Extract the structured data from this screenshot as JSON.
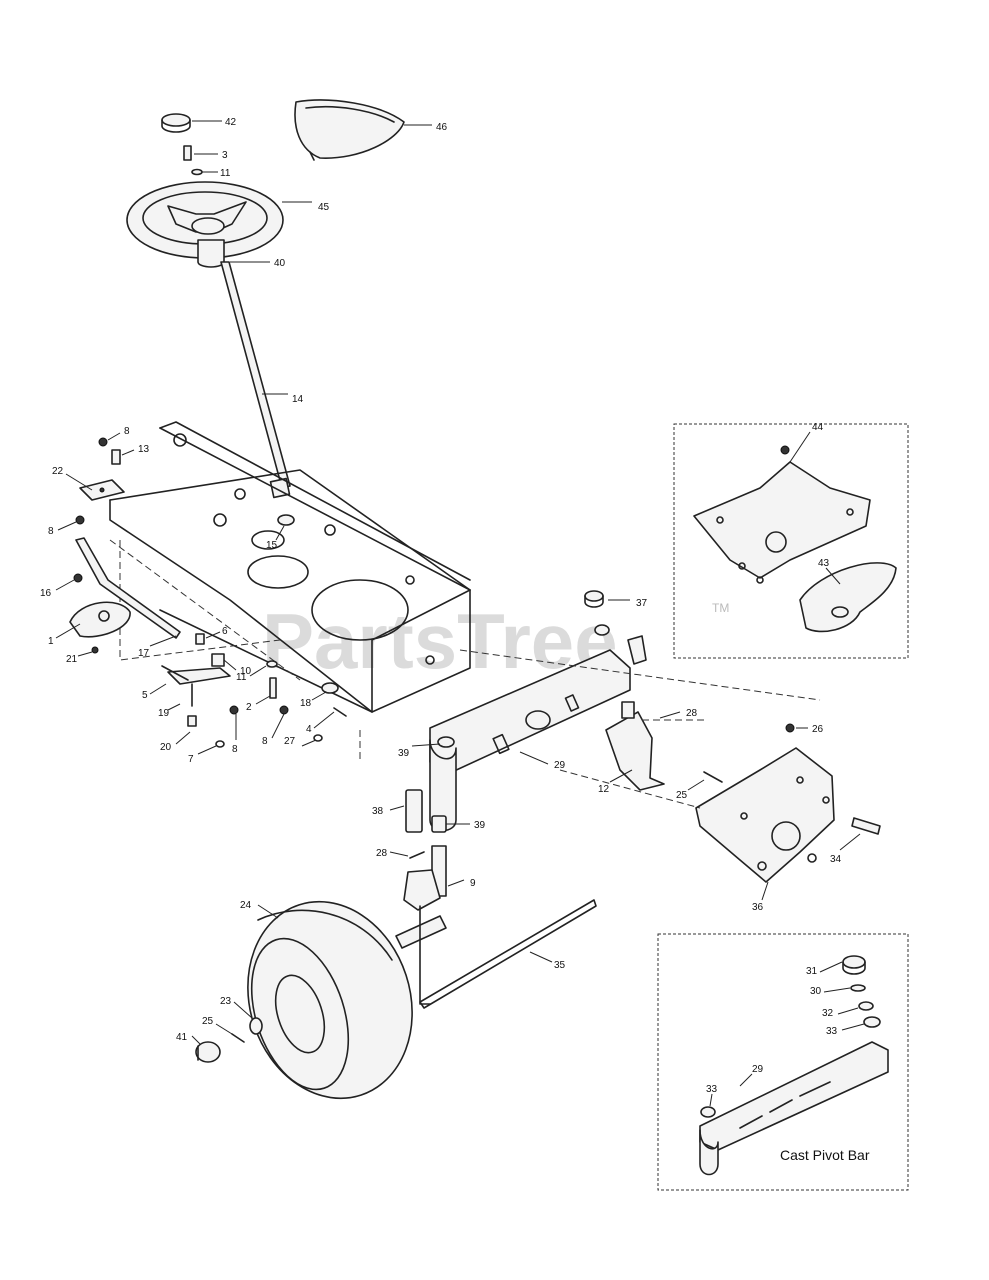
{
  "watermark": {
    "text": "PartsTree",
    "mark": "TM"
  },
  "insets": {
    "pivot_bar_caption": "Cast Pivot Bar"
  },
  "callouts": {
    "42": "42",
    "46": "46",
    "3": "3",
    "11a": "11",
    "45": "45",
    "40": "40",
    "14": "14",
    "8a": "8",
    "13": "13",
    "22": "22",
    "8b": "8",
    "15": "15",
    "16": "16",
    "1": "1",
    "21": "21",
    "17": "17",
    "6": "6",
    "10": "10",
    "11b": "11",
    "5": "5",
    "19": "19",
    "2": "2",
    "18": "18",
    "20": "20",
    "8c": "8",
    "8d": "8",
    "4": "4",
    "7": "7",
    "27": "27",
    "37": "37",
    "28a": "28",
    "26": "26",
    "39a": "39",
    "29a": "29",
    "12": "12",
    "25a": "25",
    "38": "38",
    "39b": "39",
    "28b": "28",
    "9": "9",
    "34": "34",
    "36": "36",
    "24": "24",
    "35": "35",
    "23": "23",
    "25b": "25",
    "41": "41",
    "44": "44",
    "43": "43",
    "31": "31",
    "30": "30",
    "32": "32",
    "33a": "33",
    "33b": "33",
    "29b": "29"
  }
}
